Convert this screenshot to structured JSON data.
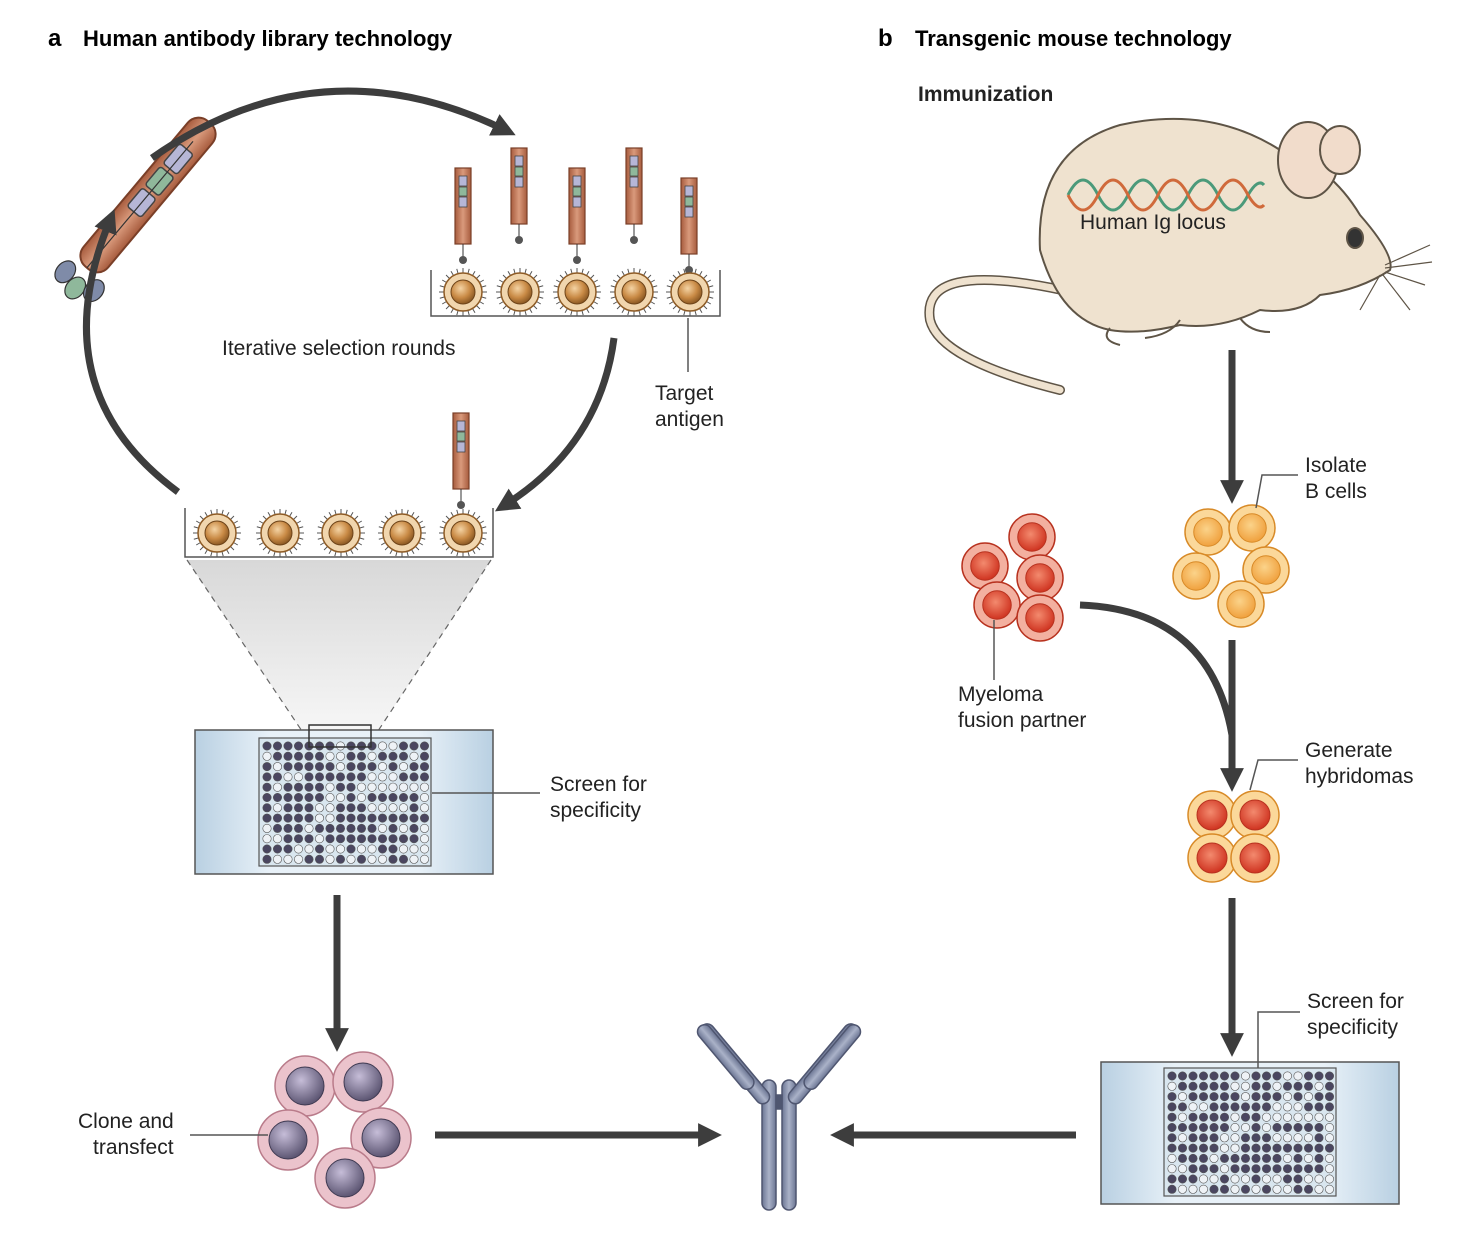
{
  "panel_a": {
    "letter": "a",
    "title": "Human antibody library technology",
    "selection_label": "Iterative selection rounds",
    "target_label_1": "Target",
    "target_label_2": "antigen",
    "screen_label_1": "Screen for",
    "screen_label_2": "specificity",
    "clone_label_1": "Clone and",
    "clone_label_2": "transfect"
  },
  "panel_b": {
    "letter": "b",
    "title": "Transgenic mouse technology",
    "immunization_label": "Immunization",
    "locus_label": "Human Ig locus",
    "isolate_label_1": "Isolate",
    "isolate_label_2": "B cells",
    "myeloma_label_1": "Myeloma",
    "myeloma_label_2": "fusion partner",
    "hybridoma_label_1": "Generate",
    "hybridoma_label_2": "hybridomas",
    "screen_label_1": "Screen for",
    "screen_label_2": "specificity"
  },
  "colors": {
    "arrow": "#3d3d3d",
    "phage": "#c97d5e",
    "antigen_cell": "#c98a45",
    "b_cell": "#f2b347",
    "myeloma_cell": "#de4a34",
    "transfected_cell": "#d9a3b0",
    "antibody": "#8a93ad",
    "plate_bg": "#cfe0ec",
    "mouse": "#efe2cf"
  }
}
